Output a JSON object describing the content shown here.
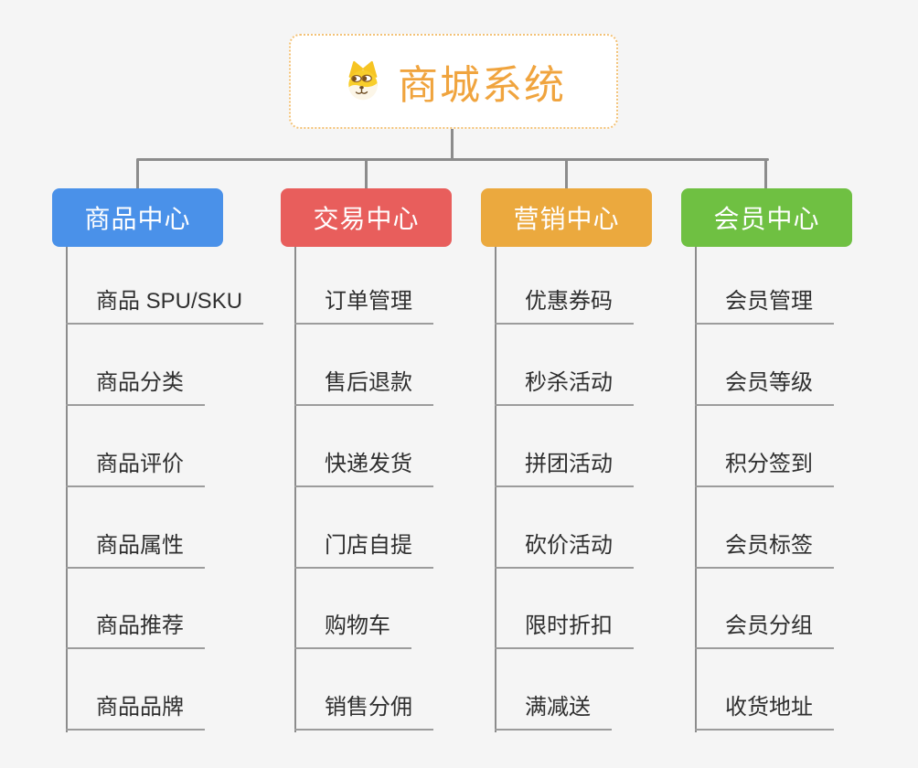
{
  "root": {
    "title": "商城系统",
    "icon": "dog-face-icon",
    "title_color": "#f0a43e",
    "border_color": "#f3c277"
  },
  "connector_color": "#8c8c8c",
  "branches": [
    {
      "label": "商品中心",
      "color": "#4a91e9",
      "items": [
        "商品 SPU/SKU",
        "商品分类",
        "商品评价",
        "商品属性",
        "商品推荐",
        "商品品牌"
      ]
    },
    {
      "label": "交易中心",
      "color": "#e85e5c",
      "items": [
        "订单管理",
        "售后退款",
        "快递发货",
        "门店自提",
        "购物车",
        "销售分佣"
      ]
    },
    {
      "label": "营销中心",
      "color": "#eba93e",
      "items": [
        "优惠券码",
        "秒杀活动",
        "拼团活动",
        "砍价活动",
        "限时折扣",
        "满减送"
      ]
    },
    {
      "label": "会员中心",
      "color": "#6fc042",
      "items": [
        "会员管理",
        "会员等级",
        "积分签到",
        "会员标签",
        "会员分组",
        "收货地址"
      ]
    }
  ]
}
